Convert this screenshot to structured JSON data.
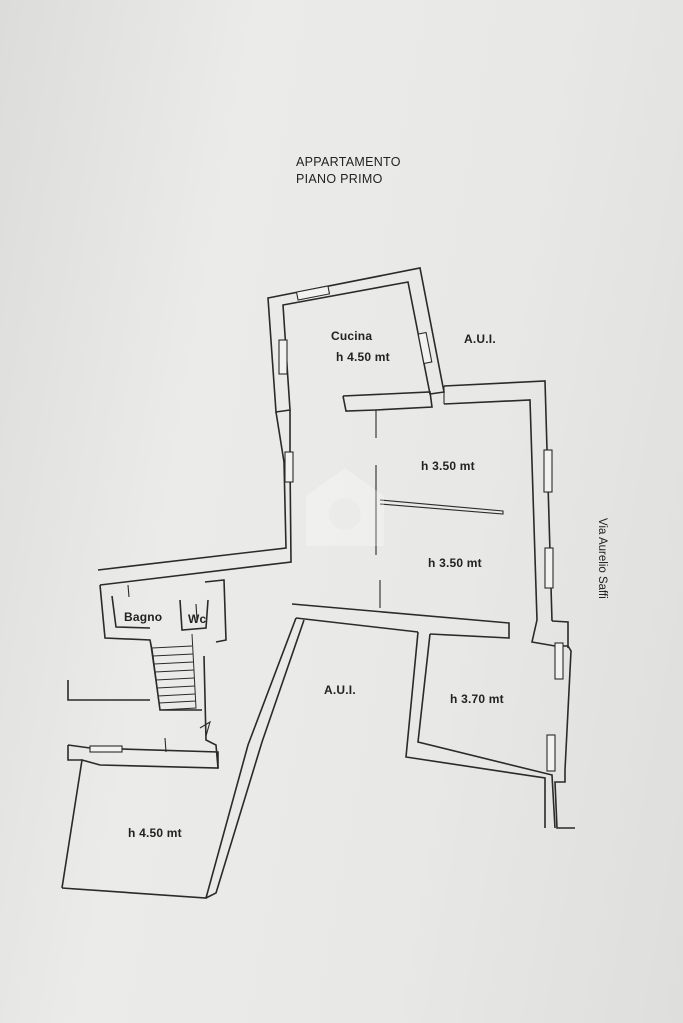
{
  "title": {
    "line1": "APPARTAMENTO",
    "line2": "PIANO PRIMO"
  },
  "rooms": [
    {
      "id": "cucina-name",
      "text": "Cucina"
    },
    {
      "id": "cucina-height",
      "text": "h 4.50 mt"
    },
    {
      "id": "room-a-height",
      "text": "h 3.50 mt"
    },
    {
      "id": "room-b-height",
      "text": "h 3.50 mt"
    },
    {
      "id": "room-c-height",
      "text": "h 3.70 mt"
    },
    {
      "id": "bagno-name",
      "text": "Bagno"
    },
    {
      "id": "wc-name",
      "text": "Wc"
    },
    {
      "id": "lower-room-height",
      "text": "h 4.50 mt"
    }
  ],
  "labels": {
    "aui_top": "A.U.I.",
    "aui_center": "A.U.I.",
    "street": "Via Aurelio Saffi"
  },
  "colors": {
    "paper": "#e8e8e6",
    "ink": "#2a2a2a",
    "watermark": "#ffffff"
  },
  "icons": {
    "watermark": "house-logo-icon"
  }
}
